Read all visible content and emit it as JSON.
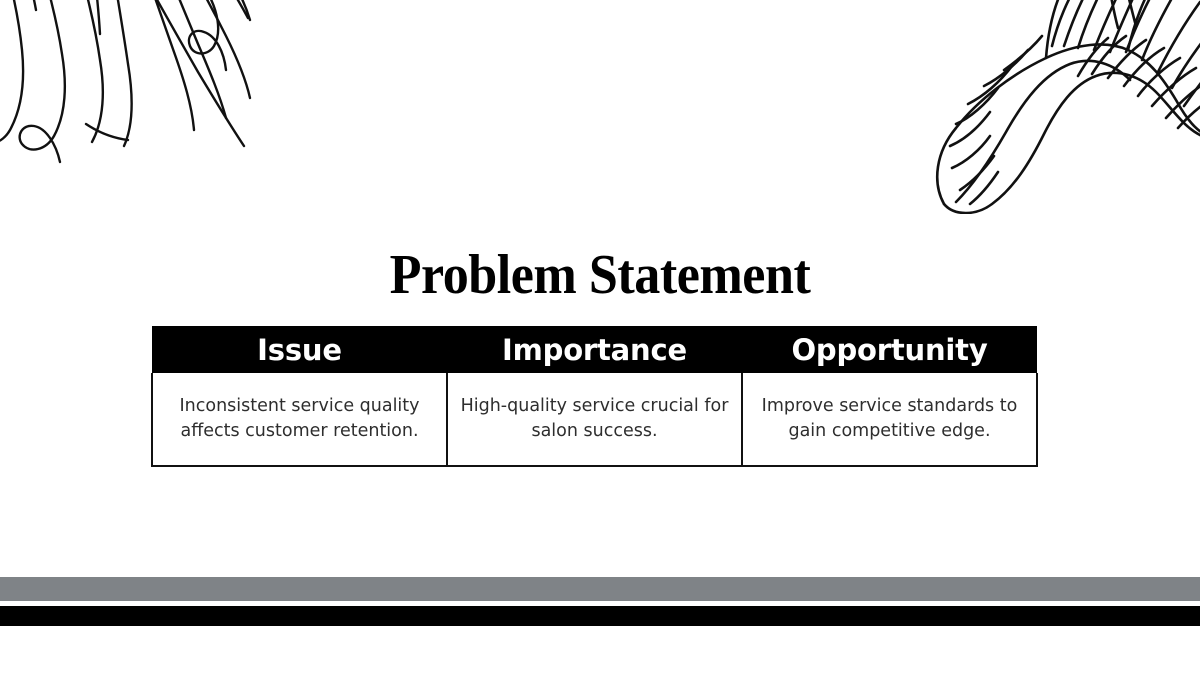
{
  "slide": {
    "title": "Problem Statement",
    "background_color": "#ffffff"
  },
  "colors": {
    "header_background": "#000000",
    "header_text": "#ffffff",
    "body_text": "#2e2e2e",
    "border": "#111111",
    "accent_gray_bar": "#7f8387",
    "accent_black_bar": "#000000"
  },
  "decorations": [
    {
      "name": "monstera-leaf-top-left",
      "position": "top-left"
    },
    {
      "name": "banana-leaf-top-right",
      "position": "top-right"
    }
  ],
  "table": {
    "columns": [
      "Issue",
      "Importance",
      "Opportunity"
    ],
    "rows": [
      [
        "Inconsistent service quality affects customer retention.",
        "High-quality service crucial for salon success.",
        "Improve service standards to gain competitive edge."
      ]
    ]
  }
}
